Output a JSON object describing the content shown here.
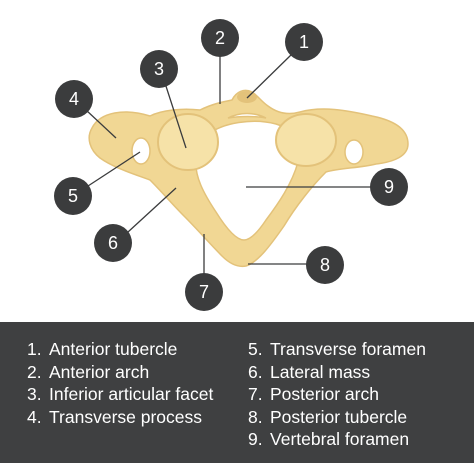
{
  "colors": {
    "bone": "#f1d794",
    "bone_shadow": "#e3c27a",
    "facet": "#f6e2a8",
    "callout": "#3b3c3d",
    "leader": "#3b3c3d",
    "legend_bg": "#3f4041",
    "legend_text": "#ffffff"
  },
  "callouts": [
    {
      "num": "1"
    },
    {
      "num": "2"
    },
    {
      "num": "3"
    },
    {
      "num": "4"
    },
    {
      "num": "5"
    },
    {
      "num": "6"
    },
    {
      "num": "7"
    },
    {
      "num": "8"
    },
    {
      "num": "9"
    }
  ],
  "legend": {
    "left": [
      {
        "num": "1.",
        "text": "Anterior tubercle"
      },
      {
        "num": "2.",
        "text": "Anterior arch"
      },
      {
        "num": "3.",
        "text": "Inferior articular facet"
      },
      {
        "num": "4.",
        "text": "Transverse process"
      }
    ],
    "right": [
      {
        "num": "5.",
        "text": "Transverse foramen"
      },
      {
        "num": "6.",
        "text": "Lateral mass"
      },
      {
        "num": "7.",
        "text": "Posterior arch"
      },
      {
        "num": "8.",
        "text": "Posterior tubercle"
      },
      {
        "num": "9.",
        "text": "Vertebral foramen"
      }
    ]
  }
}
